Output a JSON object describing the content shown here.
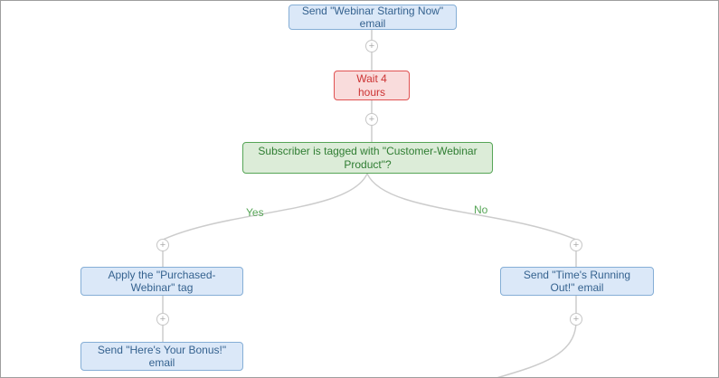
{
  "workflow": {
    "nodes": [
      {
        "type": "email",
        "label": "Send \"Webinar Starting Now\" email"
      },
      {
        "type": "delay",
        "label": "Wait 4 hours"
      },
      {
        "type": "condition",
        "label": "Subscriber is tagged with \"Customer-Webinar Product\"?"
      },
      {
        "type": "action",
        "label": "Apply the \"Purchased- Webinar\" tag"
      },
      {
        "type": "email",
        "label": "Send \"Here's Your Bonus!\" email"
      },
      {
        "type": "email",
        "label": "Send \"Time's Running Out!\" email"
      }
    ],
    "branch": {
      "yes_label": "Yes",
      "no_label": "No"
    }
  },
  "icons": {
    "plus": "+"
  },
  "colors": {
    "email_action_fill": "#dbe8f8",
    "email_action_border": "#85aed6",
    "email_action_text": "#35628f",
    "delay_fill": "#f9dcdc",
    "delay_border": "#e05252",
    "delay_text": "#cc3333",
    "condition_fill": "#dcecd8",
    "condition_border": "#56a556",
    "condition_text": "#2f7d32",
    "connector_line": "#cccccc",
    "branch_label": "#56a556"
  }
}
